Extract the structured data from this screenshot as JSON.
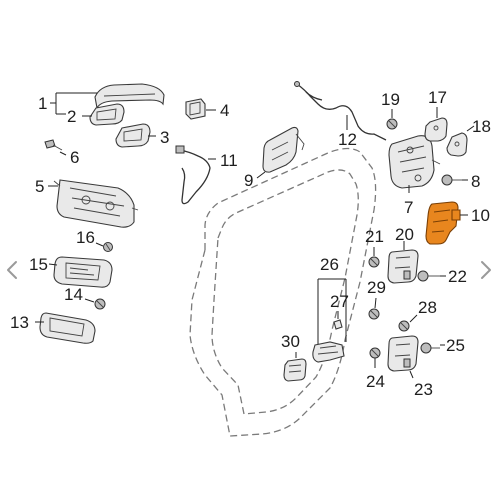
{
  "callouts": {
    "c1": "1",
    "c2": "2",
    "c3": "3",
    "c4": "4",
    "c5": "5",
    "c6": "6",
    "c7": "7",
    "c8": "8",
    "c9": "9",
    "c10": "10",
    "c11": "11",
    "c12": "12",
    "c13": "13",
    "c14": "14",
    "c15": "15",
    "c16": "16",
    "c17": "17",
    "c18": "18",
    "c19": "19",
    "c20": "20",
    "c21": "21",
    "c22": "22",
    "c23": "23",
    "c24": "24",
    "c25": "25",
    "c26": "26",
    "c27": "27",
    "c28": "28",
    "c29": "29",
    "c30": "30"
  },
  "highlighted_part": "10",
  "colors": {
    "highlight": "#e8861e",
    "line": "#333333",
    "door_outline": "#7a7a7a"
  }
}
